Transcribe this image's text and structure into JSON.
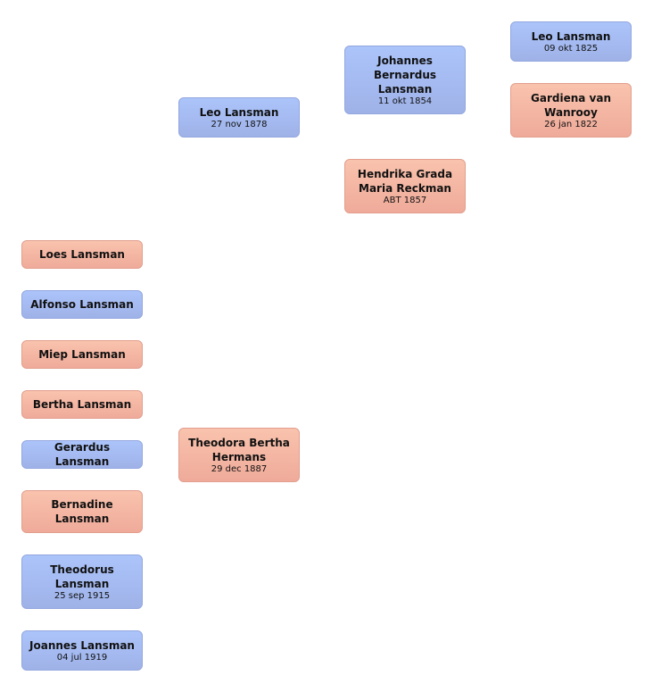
{
  "people": {
    "leo_1825": {
      "name": "Leo Lansman",
      "date": "09 okt 1825",
      "gender": "male"
    },
    "johannes": {
      "name": "Johannes Bernardus Lansman",
      "date": "11 okt 1854",
      "gender": "male"
    },
    "gardiena": {
      "name": "Gardiena van Wanrooy",
      "date": "26 jan 1822",
      "gender": "female"
    },
    "leo_1878": {
      "name": "Leo Lansman",
      "date": "27 nov 1878",
      "gender": "male"
    },
    "hendrika": {
      "name": "Hendrika Grada Maria Reckman",
      "date": "ABT 1857",
      "gender": "female"
    },
    "theodora": {
      "name": "Theodora Bertha Hermans",
      "date": "29 dec 1887",
      "gender": "female"
    }
  },
  "children": [
    {
      "name": "Loes Lansman",
      "date": "",
      "gender": "female"
    },
    {
      "name": "Alfonso Lansman",
      "date": "",
      "gender": "male"
    },
    {
      "name": "Miep Lansman",
      "date": "",
      "gender": "female"
    },
    {
      "name": "Bertha Lansman",
      "date": "",
      "gender": "female"
    },
    {
      "name": "Gerardus Lansman",
      "date": "",
      "gender": "male"
    },
    {
      "name": "Bernadine Lansman",
      "date": "",
      "gender": "female"
    },
    {
      "name": "Theodorus Lansman",
      "date": "25 sep 1915",
      "gender": "male"
    },
    {
      "name": "Joannes Lansman",
      "date": "04 jul 1919",
      "gender": "male"
    }
  ]
}
